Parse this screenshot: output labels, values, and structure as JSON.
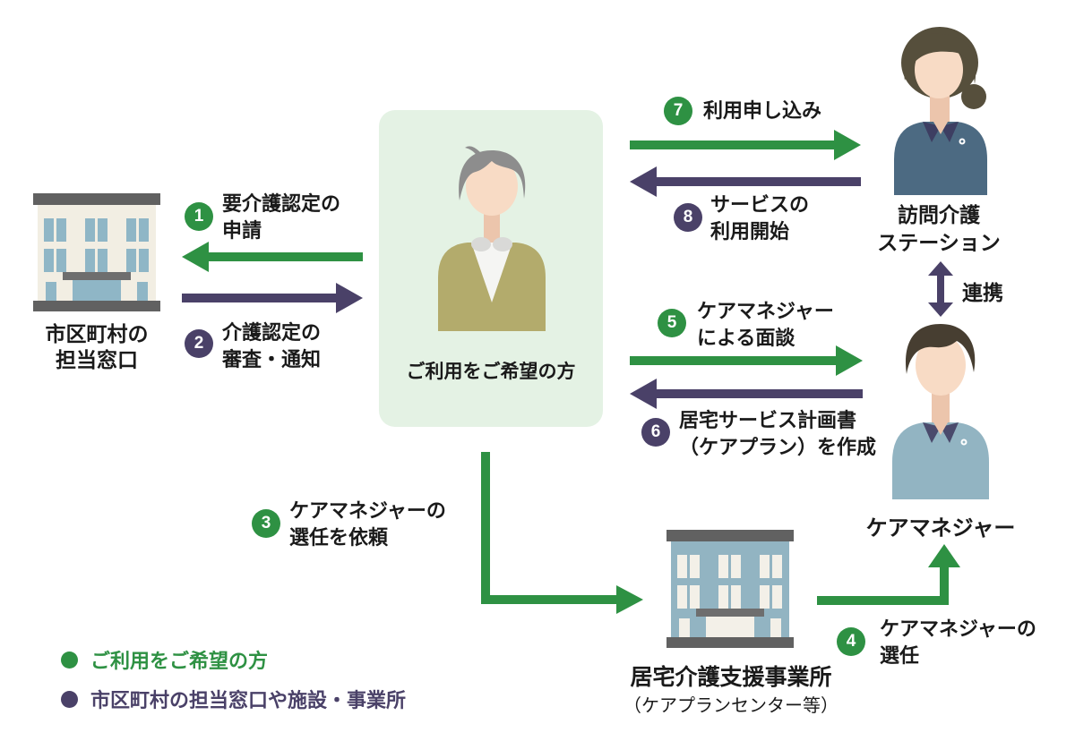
{
  "colors": {
    "green": "#2E9143",
    "purple": "#4A4168",
    "panel_green": "#E4F2E4",
    "text": "#1A1A1A"
  },
  "user_panel": {
    "label": "ご利用をご希望の方"
  },
  "entities": {
    "municipal_office": {
      "lines": [
        "市区町村の",
        "担当窓口"
      ]
    },
    "home_visit_station": {
      "lines": [
        "訪問介護",
        "ステーション"
      ]
    },
    "care_manager": {
      "label": "ケアマネジャー"
    },
    "care_support_office": {
      "label": "居宅介護支援事業所",
      "sublabel": "（ケアプランセンター等）"
    }
  },
  "connector": {
    "label": "連携"
  },
  "steps": [
    {
      "num": "1",
      "color": "green",
      "lines": [
        "要介護認定の",
        "申請"
      ]
    },
    {
      "num": "2",
      "color": "purple",
      "lines": [
        "介護認定の",
        "審査・通知"
      ]
    },
    {
      "num": "3",
      "color": "green",
      "lines": [
        "ケアマネジャーの",
        "選任を依頼"
      ]
    },
    {
      "num": "4",
      "color": "green",
      "lines": [
        "ケアマネジャーの",
        "選任"
      ]
    },
    {
      "num": "5",
      "color": "green",
      "lines": [
        "ケアマネジャー",
        "による面談"
      ]
    },
    {
      "num": "6",
      "color": "purple",
      "lines": [
        "居宅サービス計画書",
        "（ケアプラン）を作成"
      ]
    },
    {
      "num": "7",
      "color": "green",
      "lines": [
        "利用申し込み"
      ]
    },
    {
      "num": "8",
      "color": "purple",
      "lines": [
        "サービスの",
        "利用開始"
      ]
    }
  ],
  "legend": [
    {
      "label": "ご利用をご希望の方"
    },
    {
      "label": "市区町村の担当窓口や施設・事業所"
    }
  ]
}
